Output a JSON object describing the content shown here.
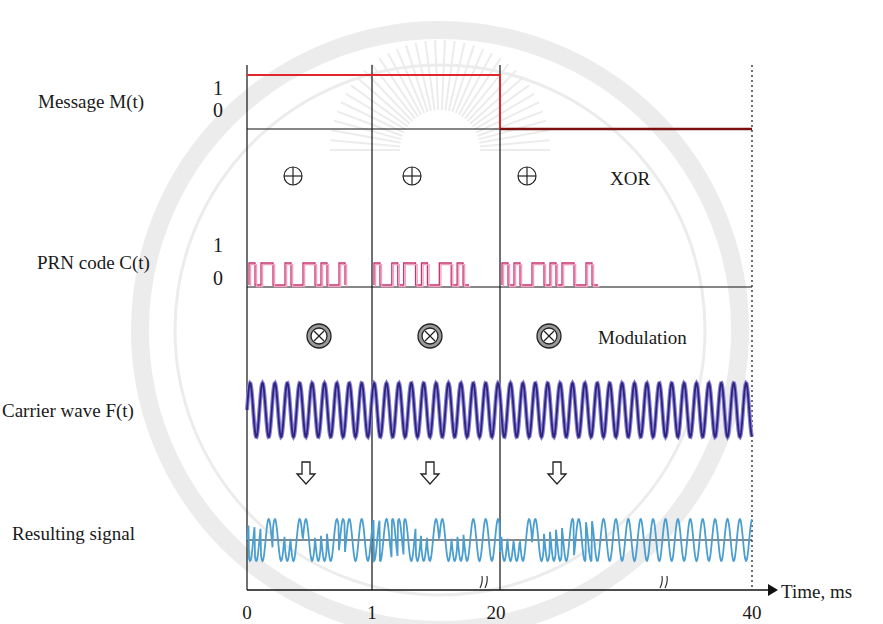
{
  "diagram": {
    "labels": [
      "Message M(t)",
      "1",
      "0",
      "XOR",
      "PRN code C(t)",
      "1",
      "0",
      "Modulation",
      "Carrier wave F(t)",
      "Resulting signal",
      "0",
      "1",
      "20",
      "40",
      "Time, ms"
    ]
  }
}
